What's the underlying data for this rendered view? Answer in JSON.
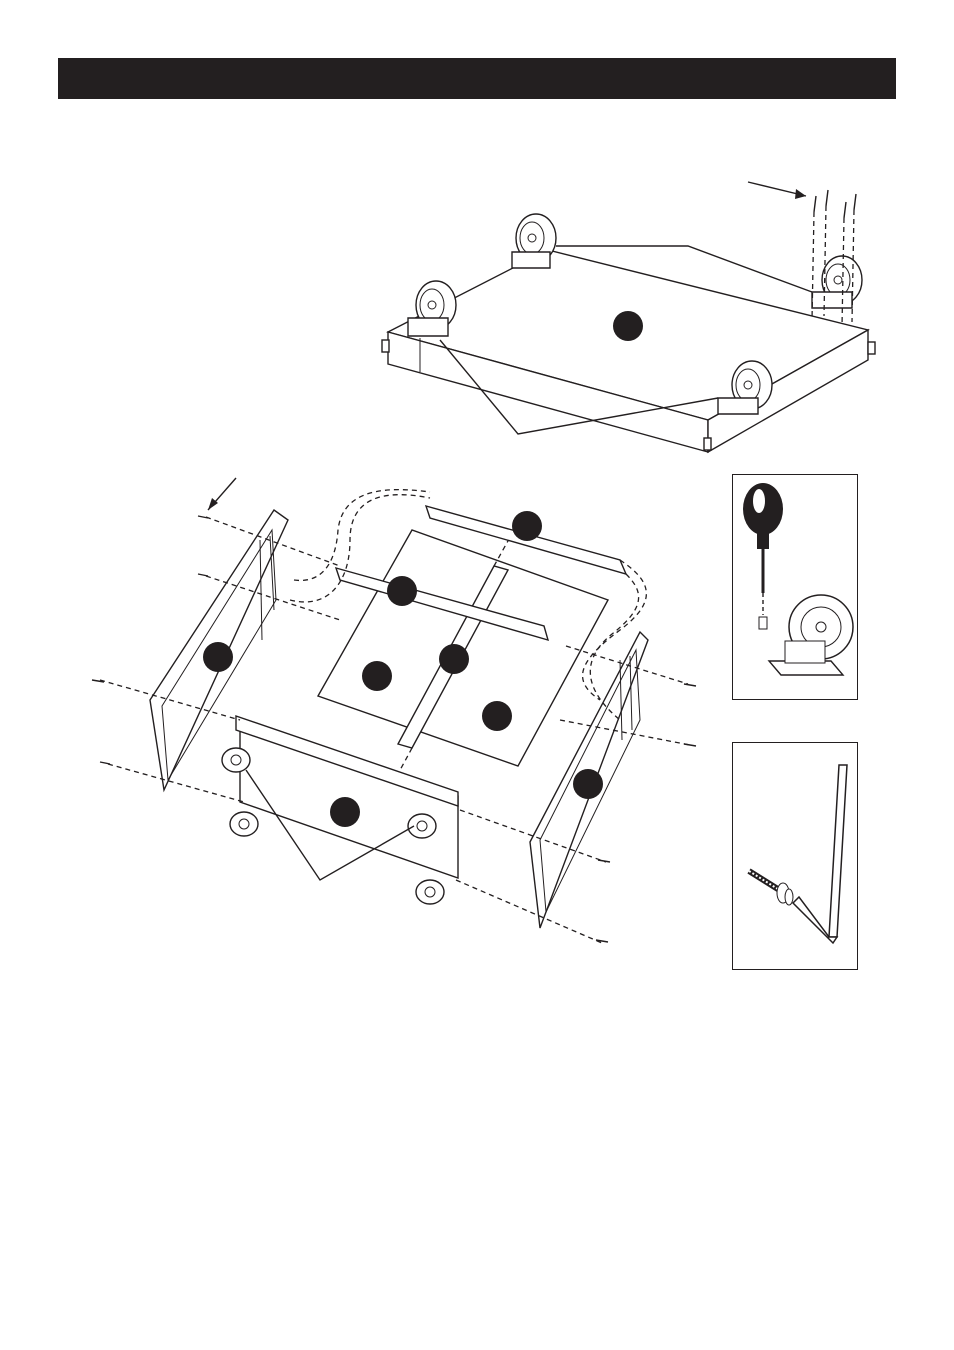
{
  "header": {
    "title": ""
  },
  "figures": {
    "top_assembly": {
      "callout_count": 1
    },
    "main_assembly": {
      "callout_count": 8
    },
    "insets": [
      "screwdriver-caster-inset",
      "allen-key-bolt-inset"
    ]
  },
  "colors": {
    "ink": "#231f20",
    "paper": "#ffffff"
  }
}
